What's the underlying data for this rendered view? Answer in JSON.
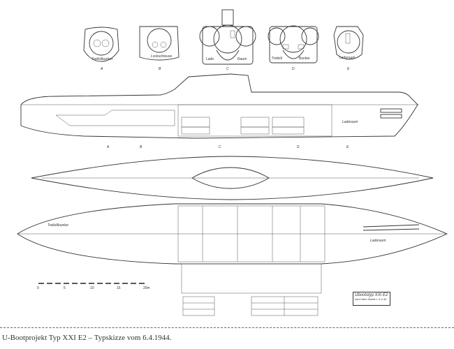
{
  "sections": [
    {
      "letter": "A",
      "caption": "Treibölbunker"
    },
    {
      "letter": "B",
      "caption": "Lockschleuse"
    },
    {
      "letter": "C",
      "caption_left": "Lade",
      "caption_right": "Raum"
    },
    {
      "letter": "D",
      "caption_left": "Treiböl",
      "caption_right": "Bunker"
    },
    {
      "letter": "E",
      "caption": "Laderaum"
    }
  ],
  "side_view": {
    "hold_label": "Laderaum",
    "marks": [
      "A",
      "B",
      "C",
      "D",
      "E"
    ]
  },
  "plan_view": {
    "hold_label": "Laderaum",
    "aft_label": "Treibölbunker"
  },
  "scale_bar": {
    "ticks": [
      "0",
      "5",
      "10",
      "15",
      "20m"
    ]
  },
  "type_box": {
    "title": "Ubootstyp XXI E2",
    "subtitle": "nach dem Stand v. 6.4.44"
  },
  "caption": "U-Bootprojekt Typ XXI E2  – Typskizze vom 6.4.1944."
}
